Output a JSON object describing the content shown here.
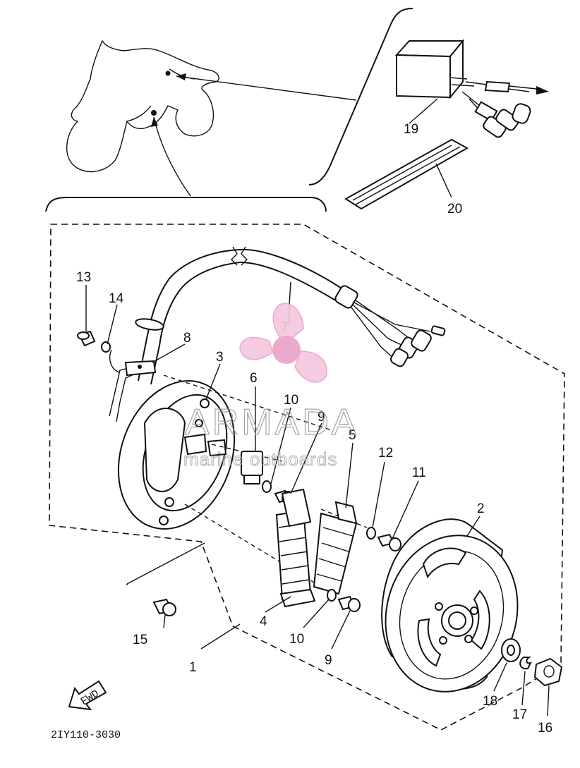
{
  "callouts": [
    {
      "id": "c1",
      "label": "1"
    },
    {
      "id": "c2",
      "label": "2"
    },
    {
      "id": "c3",
      "label": "3"
    },
    {
      "id": "c4",
      "label": "4"
    },
    {
      "id": "c5",
      "label": "5"
    },
    {
      "id": "c6",
      "label": "6"
    },
    {
      "id": "c7",
      "label": "7"
    },
    {
      "id": "c8",
      "label": "8"
    },
    {
      "id": "c9a",
      "label": "9"
    },
    {
      "id": "c9b",
      "label": "9"
    },
    {
      "id": "c10a",
      "label": "10"
    },
    {
      "id": "c10b",
      "label": "10"
    },
    {
      "id": "c11",
      "label": "11"
    },
    {
      "id": "c12",
      "label": "12"
    },
    {
      "id": "c13",
      "label": "13"
    },
    {
      "id": "c14",
      "label": "14"
    },
    {
      "id": "c15",
      "label": "15"
    },
    {
      "id": "c16",
      "label": "16"
    },
    {
      "id": "c17",
      "label": "17"
    },
    {
      "id": "c18",
      "label": "18"
    },
    {
      "id": "c19",
      "label": "19"
    },
    {
      "id": "c20",
      "label": "20"
    }
  ],
  "diagram_code": "2IY110-3030",
  "fwd_label": "FWD",
  "watermark": {
    "brand": "ARMADA",
    "tagline": "marine outboards",
    "accent_color": "#e8a0c8"
  }
}
